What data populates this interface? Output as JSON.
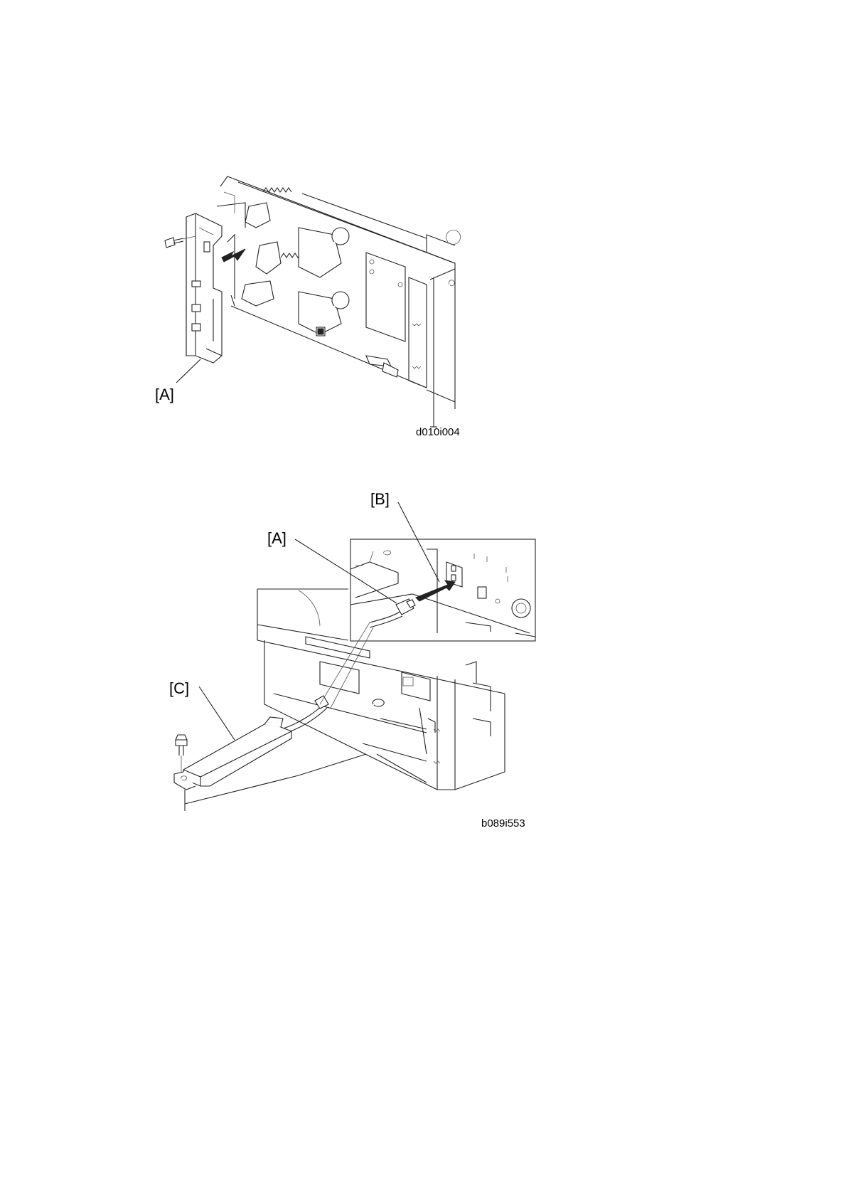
{
  "figure1": {
    "callout_a": "[A]",
    "figure_id": "d010i004"
  },
  "figure2": {
    "callout_a": "[A]",
    "callout_b": "[B]",
    "callout_c": "[C]",
    "figure_id": "b089i553"
  }
}
